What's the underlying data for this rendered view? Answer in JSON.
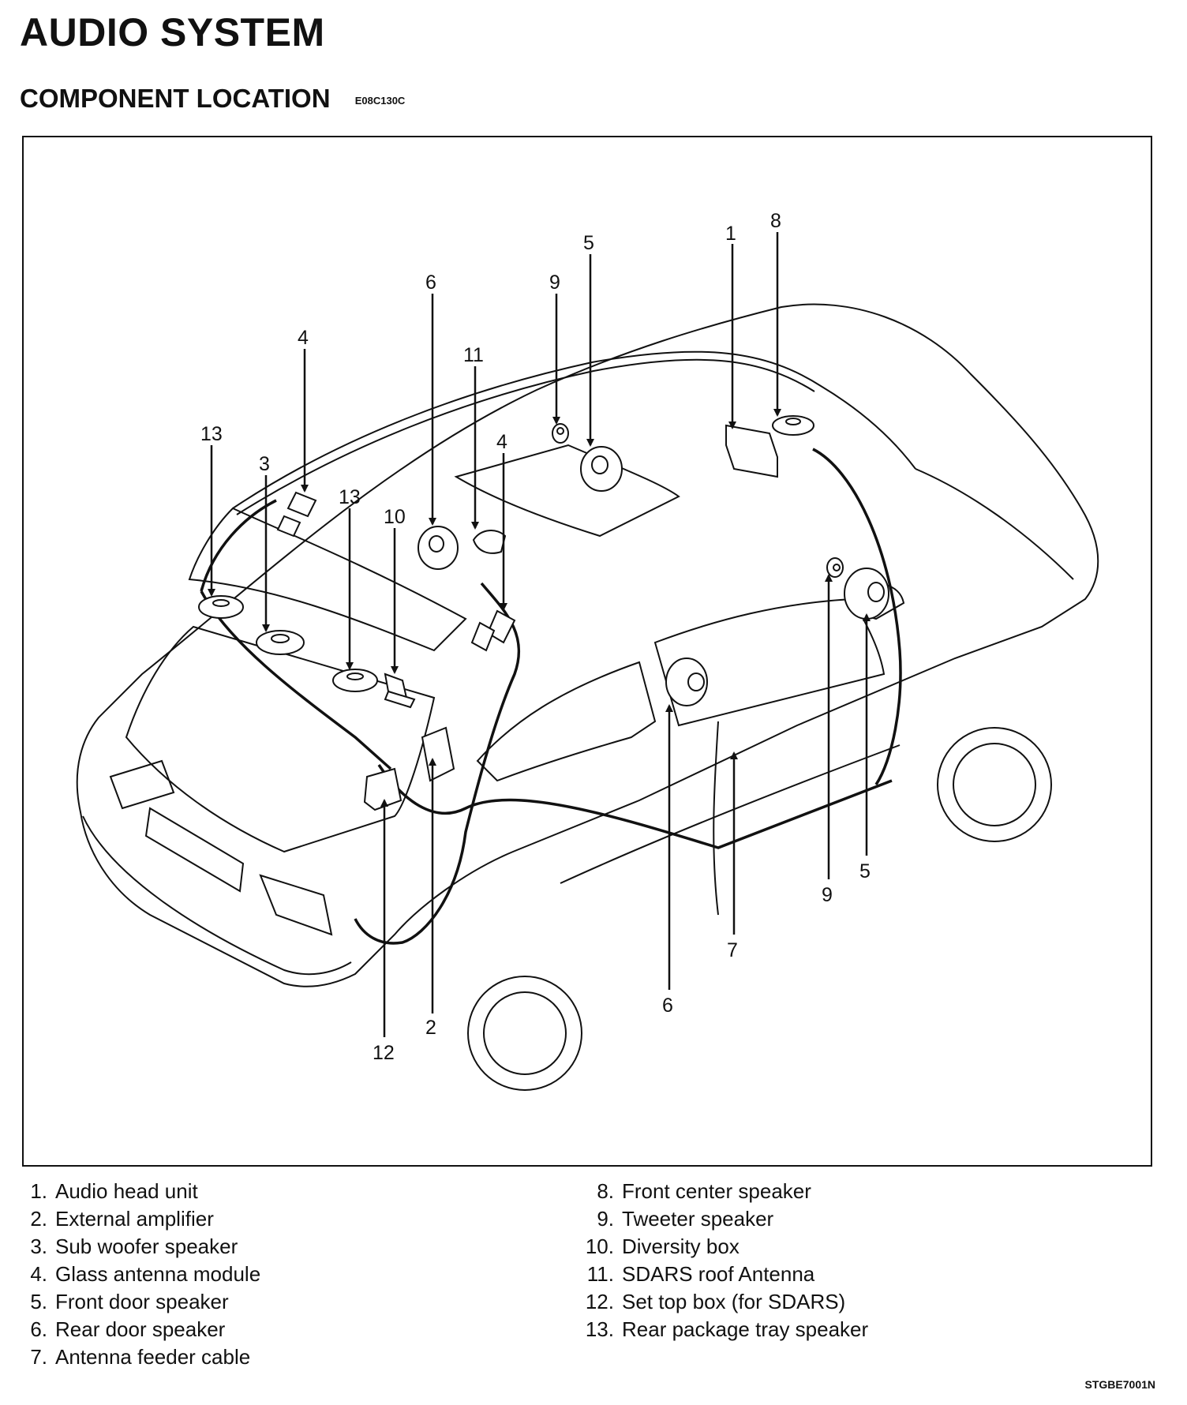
{
  "page": {
    "title": "AUDIO SYSTEM",
    "subtitle": "COMPONENT LOCATION",
    "subtitle_code": "E08C130C",
    "footer_code": "STGBE7001N"
  },
  "legend": {
    "left": [
      {
        "num": "1.",
        "label": "Audio head unit"
      },
      {
        "num": "2.",
        "label": "External amplifier"
      },
      {
        "num": "3.",
        "label": "Sub woofer speaker"
      },
      {
        "num": "4.",
        "label": "Glass antenna module"
      },
      {
        "num": "5.",
        "label": "Front door speaker"
      },
      {
        "num": "6.",
        "label": "Rear door speaker"
      },
      {
        "num": "7.",
        "label": "Antenna feeder cable"
      }
    ],
    "right": [
      {
        "num": "8.",
        "label": "Front center speaker"
      },
      {
        "num": "9.",
        "label": "Tweeter speaker"
      },
      {
        "num": "10.",
        "label": "Diversity box"
      },
      {
        "num": "11.",
        "label": "SDARS roof Antenna"
      },
      {
        "num": "12.",
        "label": "Set top box (for SDARS)"
      },
      {
        "num": "13.",
        "label": "Rear package tray speaker"
      }
    ]
  },
  "callouts": {
    "c1": "1",
    "c2": "2",
    "c3": "3",
    "c4a": "4",
    "c4b": "4",
    "c5a": "5",
    "c5b": "5",
    "c6a": "6",
    "c6b": "6",
    "c7": "7",
    "c8": "8",
    "c9a": "9",
    "c9b": "9",
    "c10": "10",
    "c11": "11",
    "c12": "12",
    "c13a": "13",
    "c13b": "13"
  }
}
